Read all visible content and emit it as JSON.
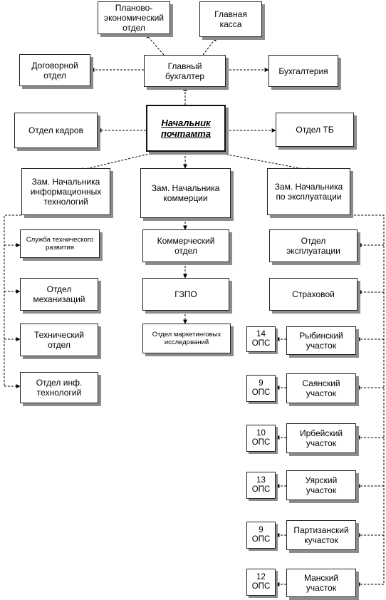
{
  "org_chart": {
    "top": {
      "planning_dept": [
        "Планово-",
        "экономический",
        "отдел"
      ],
      "main_cash": [
        "Главная",
        "касса"
      ]
    },
    "accounting": {
      "contract_dept": [
        "Договорной",
        "отдел"
      ],
      "chief_accountant": [
        "Главный",
        "бухгалтер"
      ],
      "accounting_dept": "Бухгалтерия"
    },
    "management": {
      "hr_dept": "Отдел кадров",
      "head": [
        "Начальник",
        "почтамта"
      ],
      "safety_dept": "Отдел ТБ"
    },
    "deputies": {
      "it": [
        "Зам. Начальника",
        "информационных",
        "технологий"
      ],
      "commerce": [
        "Зам. Начальника",
        "коммерции"
      ],
      "operations": [
        "Зам. Начальника",
        "по эксплуатации"
      ]
    },
    "it_branch": {
      "tech_dev_service": [
        "Служба технического",
        "развития"
      ],
      "mechanization": [
        "Отдел",
        "механизаций"
      ],
      "technical": [
        "Технический",
        "отдел"
      ],
      "info_tech": [
        "Отдел инф.",
        "технологий"
      ]
    },
    "commerce_branch": {
      "commercial_dept": [
        "Коммерческий",
        "отдел"
      ],
      "gzpo": "ГЗПО",
      "marketing": [
        "Отдел маркетинговых",
        "исследований"
      ]
    },
    "operations_branch": {
      "operations_dept": [
        "Отдел",
        "эксплуатации"
      ],
      "insurance": "Страховой",
      "districts": [
        {
          "ops": [
            "14",
            "ОПС"
          ],
          "name": [
            "Рыбинский",
            "участок"
          ]
        },
        {
          "ops": [
            "9",
            "ОПС"
          ],
          "name": [
            "Саянский",
            "участок"
          ]
        },
        {
          "ops": [
            "10",
            "ОПС"
          ],
          "name": [
            "Ирбейский",
            "участок"
          ]
        },
        {
          "ops": [
            "13",
            "ОПС"
          ],
          "name": [
            "Уярский",
            "участок"
          ]
        },
        {
          "ops": [
            "9",
            "ОПС"
          ],
          "name": [
            "Партизанский",
            "кучасток"
          ]
        },
        {
          "ops": [
            "12",
            "ОПС"
          ],
          "name": [
            "Манский",
            "участок"
          ]
        }
      ]
    }
  }
}
